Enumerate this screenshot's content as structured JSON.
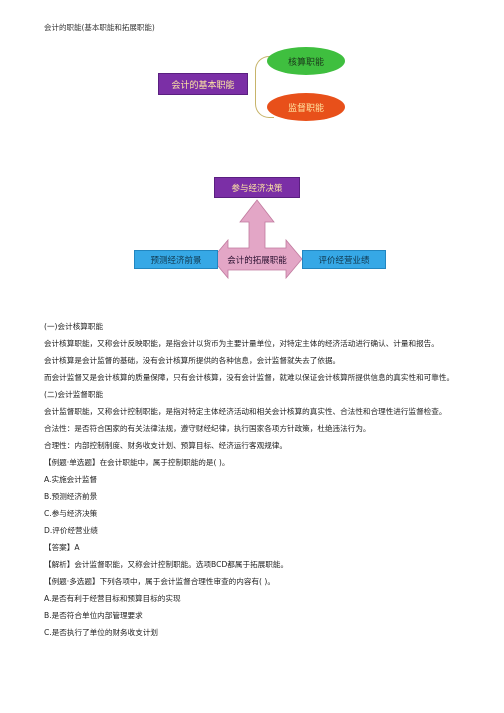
{
  "page_title": "会计的职能(基本职能和拓展职能)",
  "diagram1": {
    "basic": "会计的基本职能",
    "item1": "核算职能",
    "item2": "监督职能"
  },
  "diagram2": {
    "top": "参与经济决策",
    "left": "预测经济前景",
    "center": "会计的拓展职能",
    "right": "评价经营业绩"
  },
  "paragraphs": [
    "(一)会计核算职能",
    "会计核算职能，又称会计反映职能，是指会计以货币为主要计量单位，对特定主体的经济活动进行确认、计量和报告。",
    "会计核算是会计监督的基础，没有会计核算所提供的各种信息，会计监督就失去了依据。",
    "而会计监督又是会计核算的质量保障，只有会计核算，没有会计监督，就难以保证会计核算所提供信息的真实性和可靠性。",
    "(二)会计监督职能",
    "会计监督职能，又称会计控制职能，是指对特定主体经济活动和相关会计核算的真实性、合法性和合理性进行监督检查。",
    "合法性：是否符合国家的有关法律法规，遵守财经纪律，执行国家各项方针政策，杜绝违法行为。",
    "合理性：内部控制制度、财务收支计划、预算目标、经济运行客观规律。",
    "【例题·单选题】在会计职能中，属于控制职能的是( )。",
    "A.实施会计监督",
    "B.预测经济前景",
    "C.参与经济决策",
    "D.评价经营业绩",
    "【答案】A",
    "【解析】会计监督职能，又称会计控制职能。选项BCD都属于拓展职能。",
    "【例题·多选题】下列各项中，属于会计监督合理性审查的内容有( )。",
    "A.是否有利于经营目标和预算目标的实现",
    "B.是否符合单位内部管理要求",
    "C.是否执行了单位的财务收支计划"
  ]
}
